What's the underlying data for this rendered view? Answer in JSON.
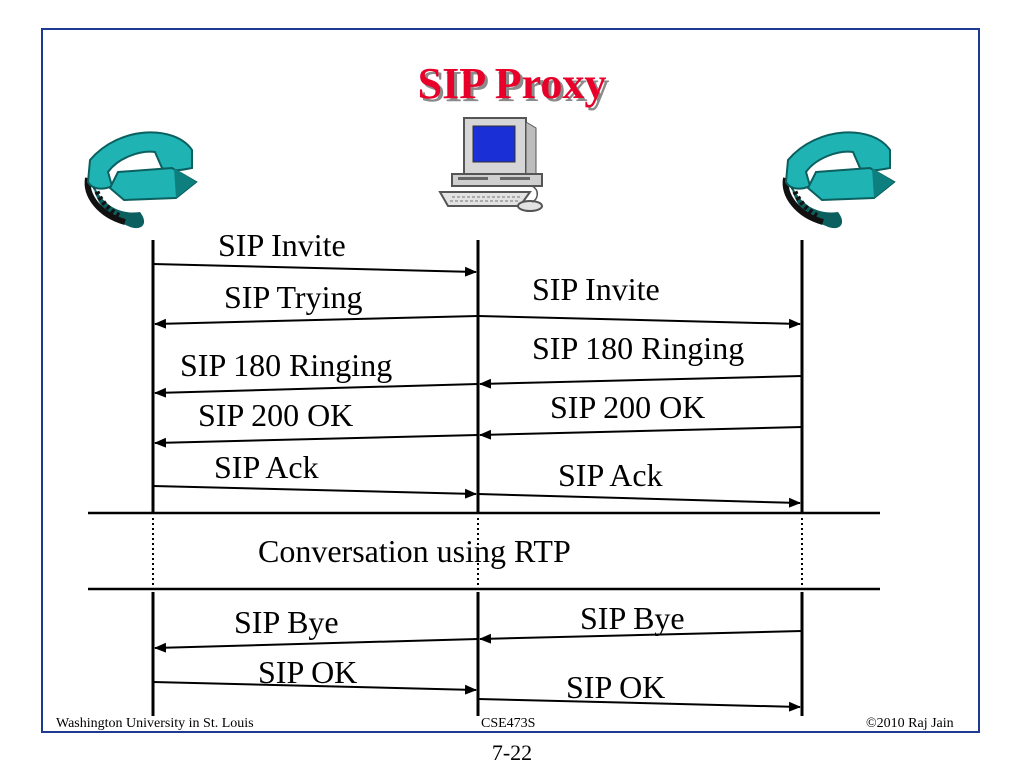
{
  "slide": {
    "title": "SIP Proxy",
    "footer_left": "Washington University in St. Louis",
    "footer_center": "CSE473S",
    "footer_right": "©2010 Raj Jain",
    "page_number": "7-22"
  },
  "icons": {
    "left_phone": "telephone-icon",
    "proxy": "computer-icon",
    "right_phone": "telephone-icon"
  },
  "colors": {
    "title": "#e8002a",
    "frame": "#1f3a93",
    "phone": "#1fb3b3",
    "screen": "#1a2fd6"
  },
  "messages": {
    "m1": "SIP Invite",
    "m2": "SIP Trying",
    "m3": "SIP Invite",
    "m4": "SIP 180 Ringing",
    "m5": "SIP 180 Ringing",
    "m6": "SIP 200 OK",
    "m7": "SIP 200 OK",
    "m8": "SIP Ack",
    "m9": "SIP Ack",
    "m10": "Conversation using RTP",
    "m11": "SIP Bye",
    "m12": "SIP Bye",
    "m13": "SIP OK",
    "m14": "SIP OK"
  }
}
